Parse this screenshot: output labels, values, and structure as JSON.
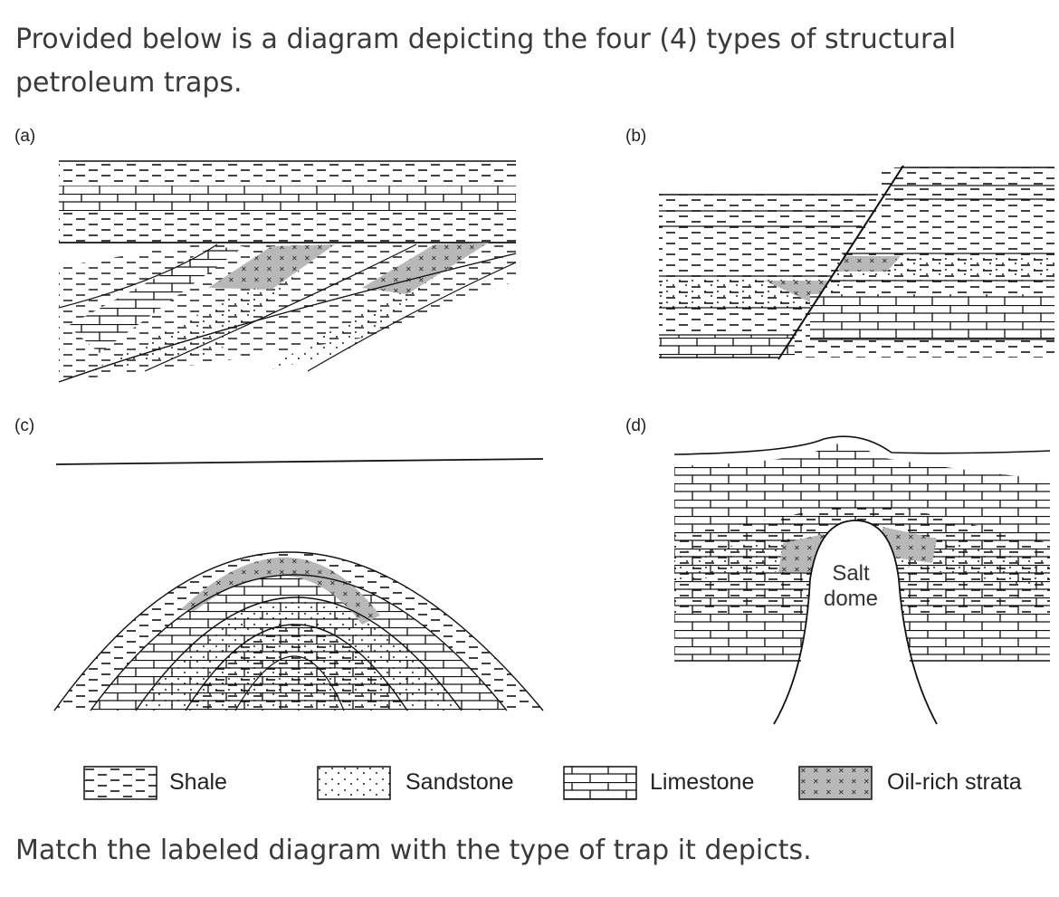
{
  "intro_text": "Provided below is a diagram depicting the four (4) types of structural petroleum traps.",
  "outro_text": "Match the labeled diagram with the type of trap it depicts.",
  "diagrams": {
    "a": {
      "label": "(a)"
    },
    "b": {
      "label": "(b)"
    },
    "c": {
      "label": "(c)"
    },
    "d": {
      "label": "(d)",
      "salt_label_line1": "Salt",
      "salt_label_line2": "dome"
    }
  },
  "legend": [
    {
      "label": "Shale",
      "icon": "shale-pattern"
    },
    {
      "label": "Sandstone",
      "icon": "sandstone-pattern"
    },
    {
      "label": "Limestone",
      "icon": "limestone-pattern"
    },
    {
      "label": "Oil-rich strata",
      "icon": "oil-rich-pattern"
    }
  ],
  "colors": {
    "oil": "#b8b8b8",
    "line": "#1a1a1a",
    "text": "#3a3a3a"
  }
}
